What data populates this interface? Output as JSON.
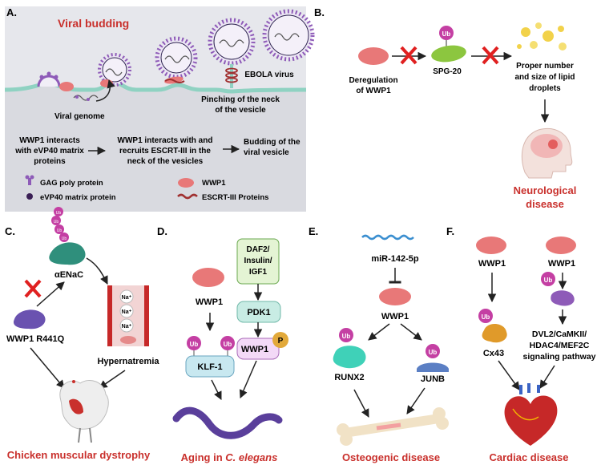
{
  "panels": {
    "A": {
      "letter": "A.",
      "title": "Viral budding",
      "viral_genome": "Viral genome",
      "ebola": "EBOLA virus",
      "pinching": [
        "Pinching of the neck",
        "of the vesicle"
      ],
      "step1": [
        "WWP1 interacts",
        "with eVP40 matrix",
        "proteins"
      ],
      "step2": [
        "WWP1 interacts with and",
        "recruits ESCRT-III in the",
        "neck of the vesicles"
      ],
      "step3": [
        "Budding of the",
        "viral vesicle"
      ],
      "legend": {
        "gag": "GAG poly protein",
        "evp40": "eVP40 matrix protein",
        "wwp1": "WWP1",
        "escrt": "ESCRT-III Proteins"
      }
    },
    "B": {
      "letter": "B.",
      "dereg": [
        "Deregulation",
        "of WWP1"
      ],
      "spg": "SPG-20",
      "ub": "Ub",
      "lipid": [
        "Proper number",
        "and size of lipid",
        "droplets"
      ],
      "disease": [
        "Neurological",
        "disease"
      ]
    },
    "C": {
      "letter": "C.",
      "enac": "αENaC",
      "ub": "Ub",
      "na": "Na⁺",
      "mutant": "WWP1 R441Q",
      "hyper": "Hypernatremia",
      "disease": "Chicken muscular dystrophy"
    },
    "D": {
      "letter": "D.",
      "wwp1": "WWP1",
      "daf": [
        "DAF2/",
        "Insulin/",
        "IGF1"
      ],
      "pdk": "PDK1",
      "klf": "KLF-1",
      "wwp1_box": "WWP1",
      "p": "P",
      "ub": "Ub",
      "disease_prefix": "Aging in ",
      "disease_italic": "C. elegans"
    },
    "E": {
      "letter": "E.",
      "mirna": "miR-142-5p",
      "wwp1": "WWP1",
      "runx": "RUNX2",
      "junb": "JUNB",
      "ub": "Ub",
      "disease": "Osteogenic disease"
    },
    "F": {
      "letter": "F.",
      "wwp1": "WWP1",
      "cx43": "Cx43",
      "ub": "Ub",
      "pathway": [
        "DVL2/CaMKII/",
        "HDAC4/MEF2C",
        "signaling pathway"
      ],
      "disease": "Cardiac disease"
    }
  },
  "colors": {
    "wwp1": "#e87878",
    "ub": "#c43fa3",
    "title_red": "#c9302c",
    "panel_a_bg": "#e6e7ec",
    "membrane": "#8fd2c2",
    "virus": "#8e5bb8",
    "spg20": "#8cc63f",
    "enac": "#2f8f7c",
    "mutant": "#6a52b0",
    "runx2": "#3fd1b8",
    "junb": "#5b7fc4",
    "cx43": "#e09a2a",
    "pdk_box": "#c8ece4",
    "daf_box": "#e4f4d4",
    "klf_box": "#c8e8f0",
    "wwp1_box": "#f3d9f7",
    "p_circle": "#e2a93a",
    "worm": "#5a3f9b"
  }
}
